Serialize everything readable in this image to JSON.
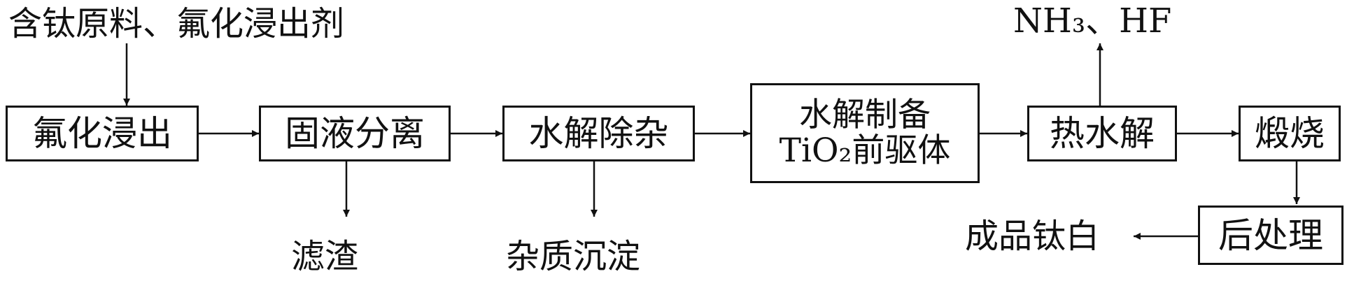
{
  "inputs": {
    "raw_materials": "含钛原料、氟化浸出剂"
  },
  "outputs": {
    "gases": "NH₃、HF",
    "residue": "滤渣",
    "impurity_precipitate": "杂质沉淀",
    "product": "成品钛白"
  },
  "steps": {
    "fluorination_leaching": "氟化浸出",
    "solid_liquid_separation": "固液分离",
    "hydrolysis_purification": "水解除杂",
    "hydrolysis_precursor_line1": "水解制备",
    "hydrolysis_precursor_line2": "TiO₂前驱体",
    "hot_water_hydrolysis": "热水解",
    "calcination": "煅烧",
    "post_treatment": "后处理"
  }
}
